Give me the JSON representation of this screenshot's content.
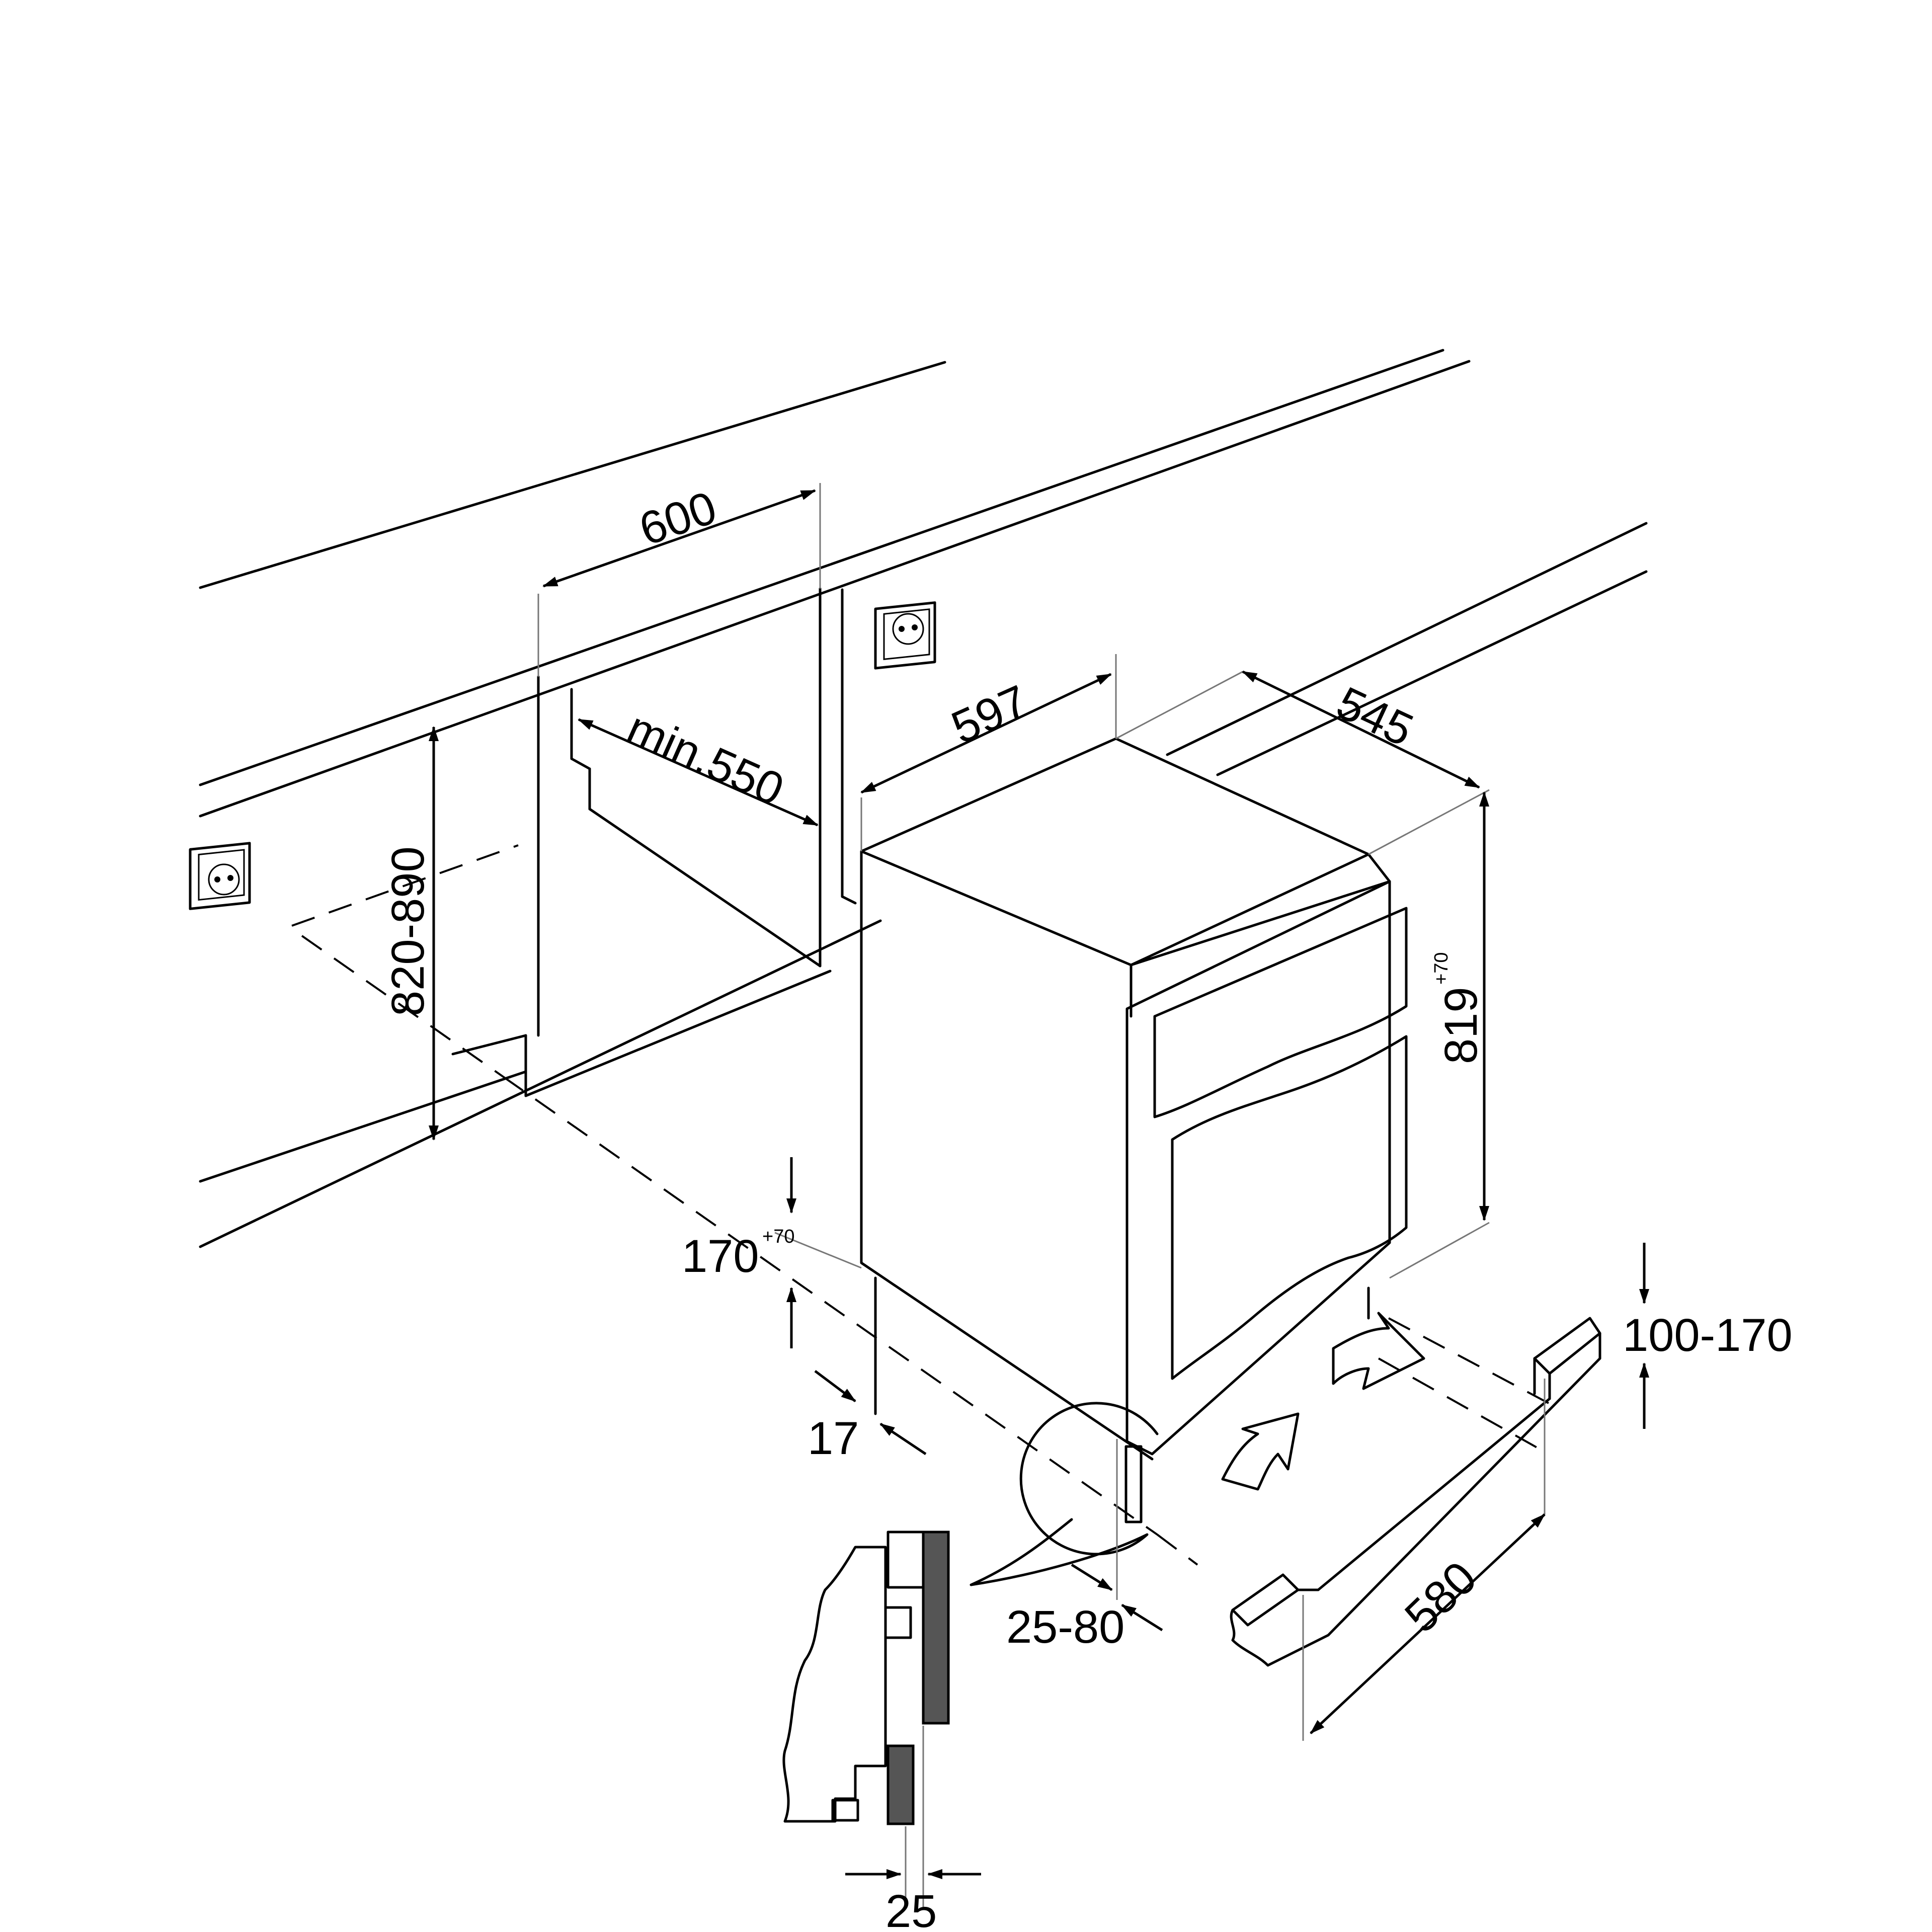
{
  "dimensions": {
    "niche_width": "600",
    "niche_depth_min": "min.550",
    "niche_height": "820-890",
    "appliance_width": "597",
    "appliance_depth": "545",
    "appliance_height": "819",
    "appliance_height_tol": "+70",
    "plinth_height": "170",
    "plinth_height_tol": "+70",
    "plinth_setback": "17",
    "door_gap": "25-80",
    "kickplate_height": "100-170",
    "kickplate_length": "580",
    "detail_thickness": "25"
  },
  "icons": [
    "power-socket-icon",
    "airflow-in-arrow-icon",
    "airflow-out-arrow-icon"
  ]
}
